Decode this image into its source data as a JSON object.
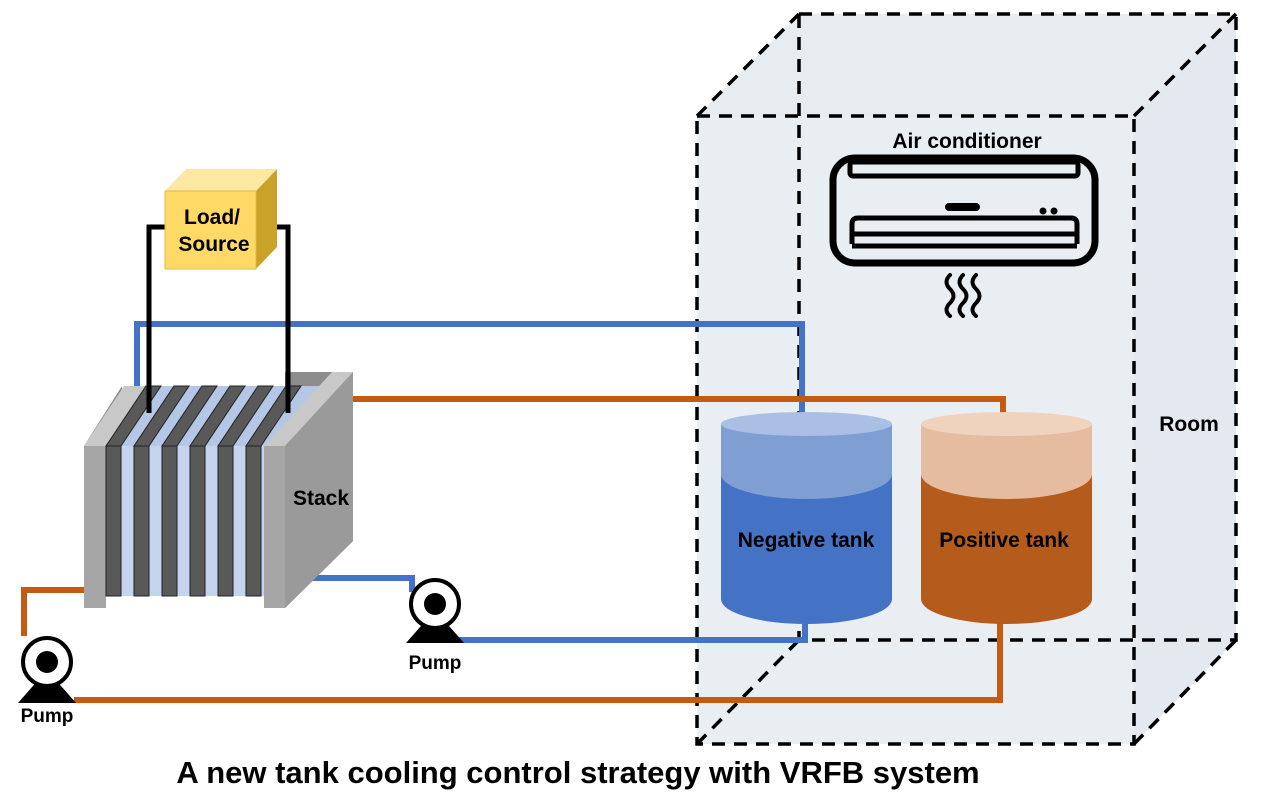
{
  "diagram": {
    "title": "A new tank cooling control strategy with VRFB system",
    "load_source": {
      "line1": "Load/",
      "line2": "Source"
    },
    "stack_label": "Stack",
    "air_conditioner_label": "Air conditioner",
    "room_label": "Room",
    "negative_tank_label": "Negative tank",
    "positive_tank_label": "Positive tank",
    "pump_left_label": "Pump",
    "pump_center_label": "Pump",
    "colors": {
      "negative_electrolyte": "#4472c4",
      "positive_electrolyte": "#c55a11",
      "load_box": "#ffd966",
      "room_fill": "#e9eef2"
    },
    "icons": [
      "load-source-cube",
      "stack-icon",
      "air-conditioner-icon",
      "heat-waves-icon",
      "pump-icon",
      "tank-icon"
    ]
  }
}
